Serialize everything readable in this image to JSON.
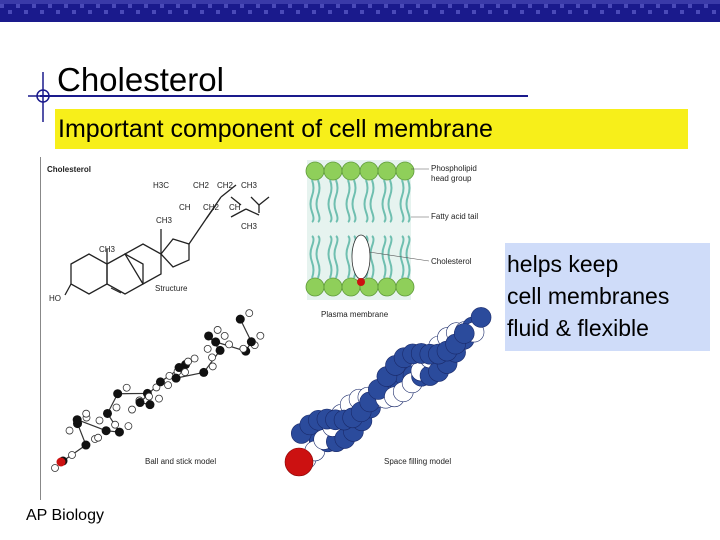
{
  "slide": {
    "title": "Cholesterol",
    "subtitle": "Important component of cell membrane",
    "callout_lines": [
      "helps keep",
      "cell membranes",
      "fluid & flexible"
    ],
    "footer": "AP Biology"
  },
  "figure": {
    "heading": "Cholesterol",
    "structure_caption": "Structure",
    "membrane_caption": "Plasma membrane",
    "ball_stick_caption": "Ball and stick model",
    "space_filling_caption": "Space filling model",
    "membrane_labels": {
      "phospholipid_line1": "Phospholipid",
      "phospholipid_line2": "head group",
      "fatty_acid": "Fatty acid tail",
      "cholesterol": "Cholesterol"
    },
    "formula_labels": {
      "h3c": "H3C",
      "ch2_a": "CH2",
      "ch2_b": "CH2",
      "ch3_top": "CH3",
      "ch": "CH",
      "ch2_c": "CH2",
      "ch_right": "CH",
      "ch3_mid": "CH3",
      "ch3_right": "CH3",
      "ch3_ring": "CH3",
      "ho": "HO"
    }
  },
  "colors": {
    "top_bar": "#1a1a8c",
    "highlight": "#f7ef1a",
    "callout_bg": "#cfdcf9",
    "oxygen_red": "#cc1111",
    "space_fill_blue": "#2b4b9c",
    "phospholipid_green": "#8fcf5a"
  }
}
